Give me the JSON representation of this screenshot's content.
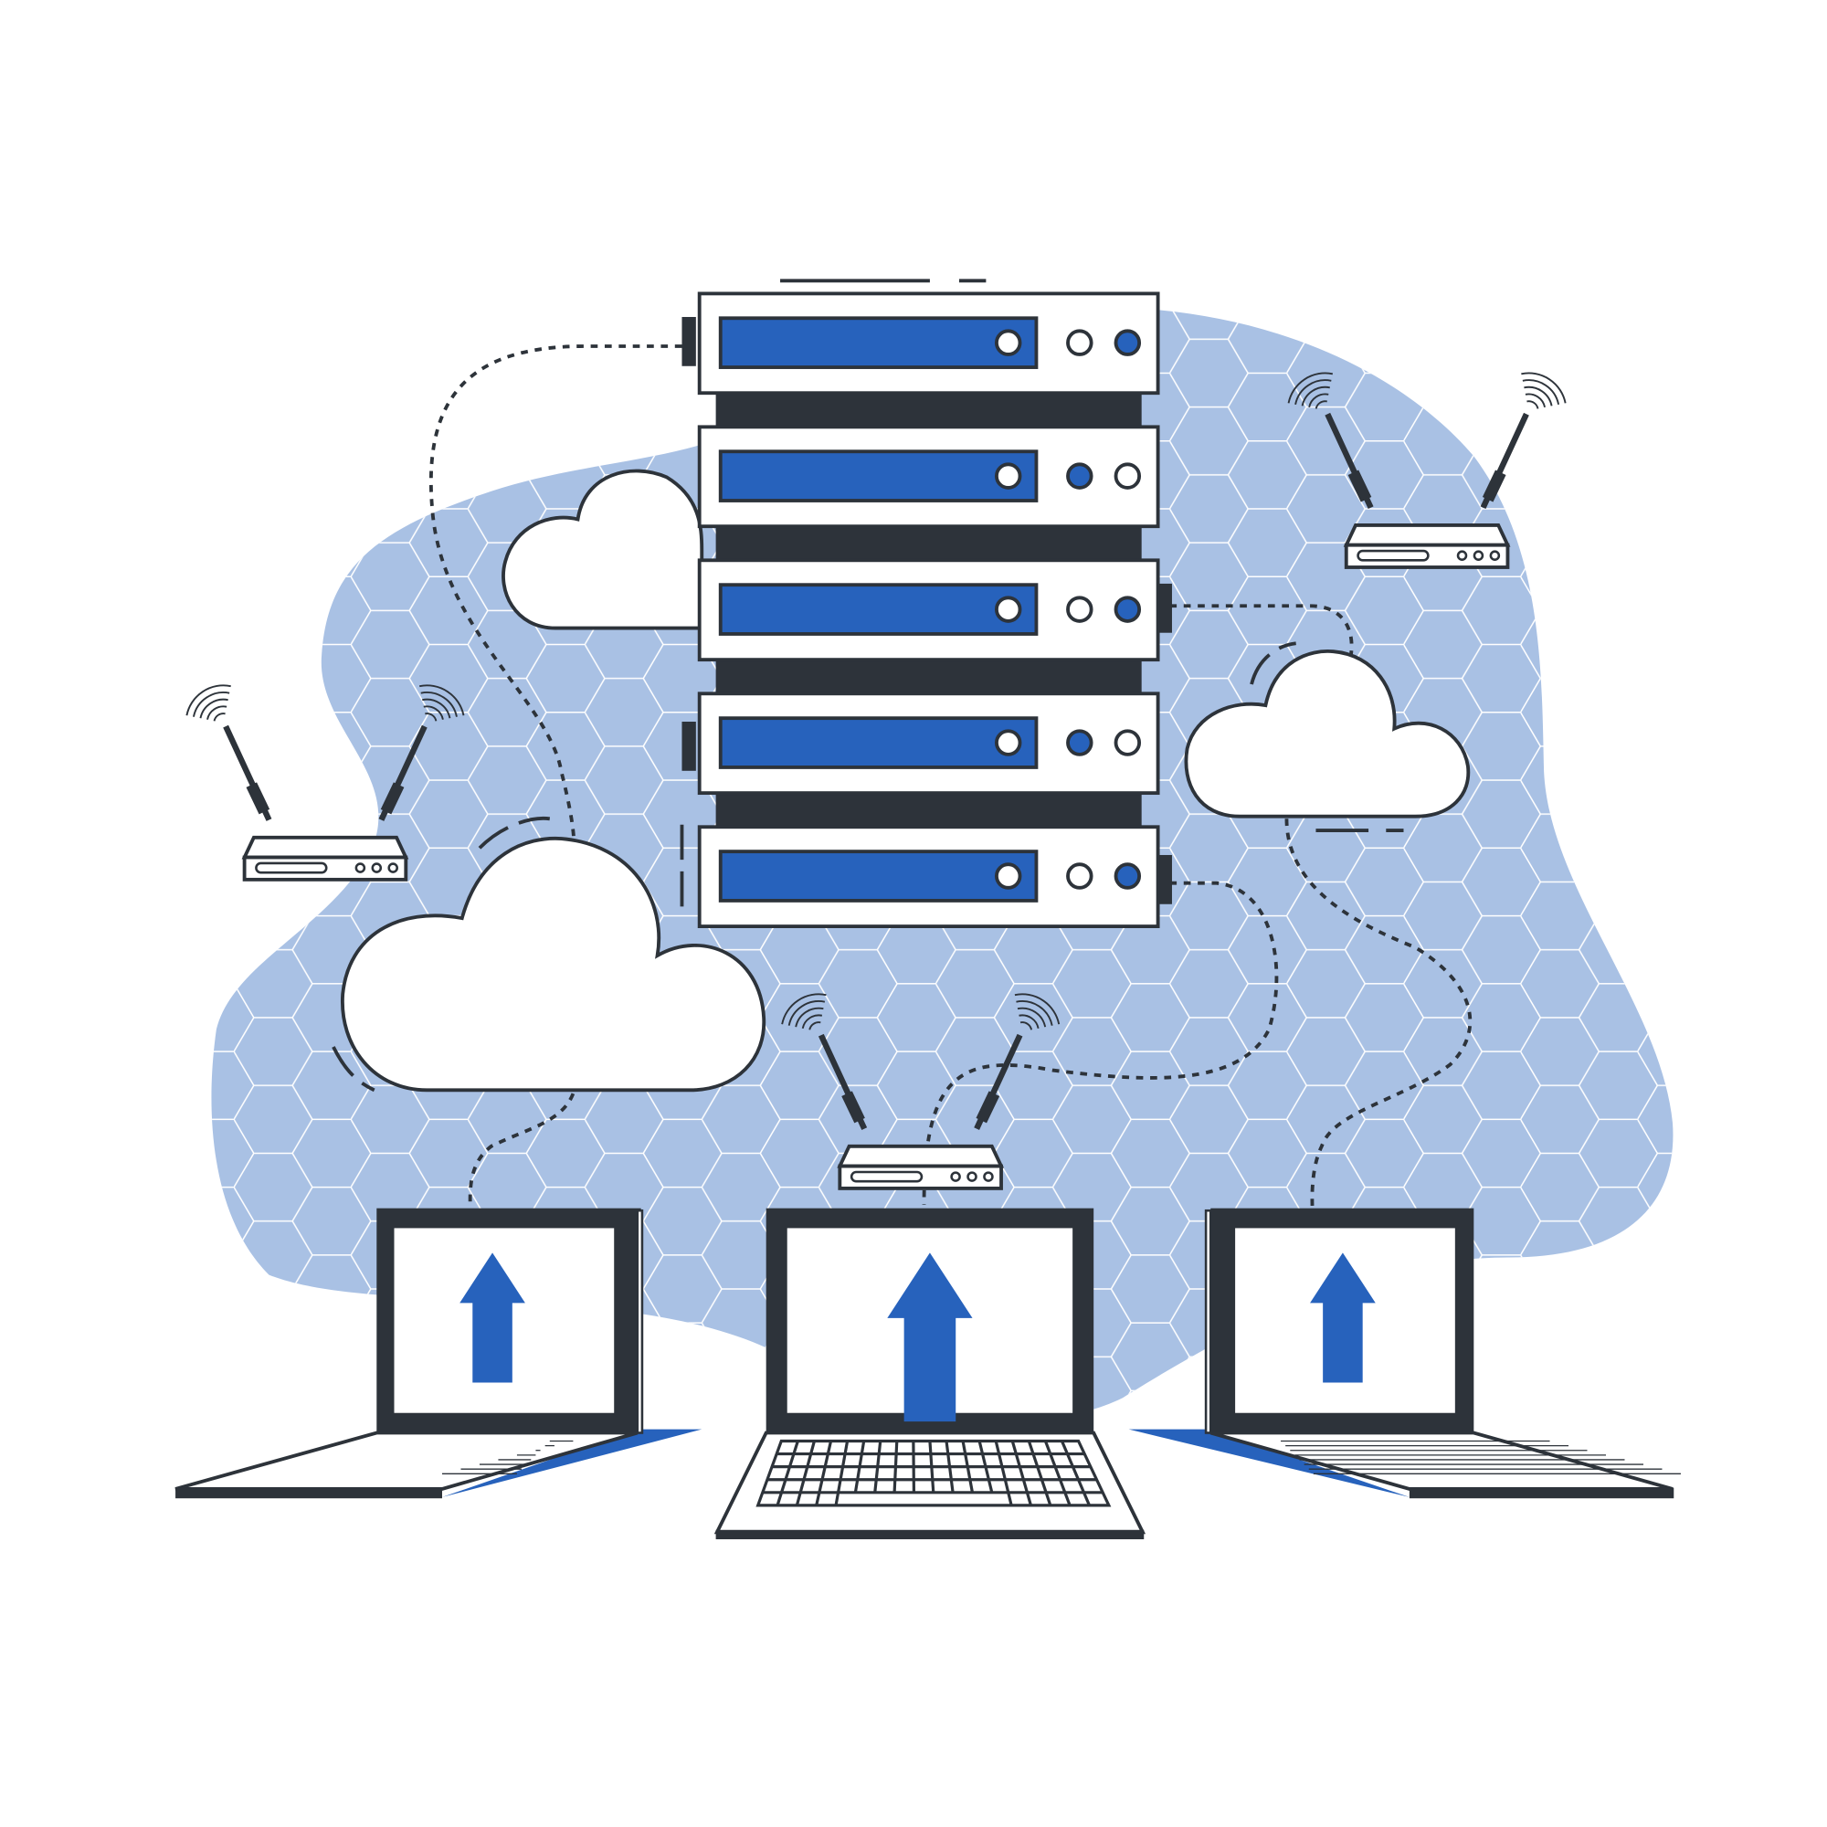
{
  "colors": {
    "background": "#ffffff",
    "blob": "#a9c1e4",
    "hex_stroke": "#ffffff",
    "accent_blue": "#2762bc",
    "outline": "#2d333a",
    "white": "#ffffff"
  },
  "icons": [
    "server-rack-icon",
    "cloud-icon",
    "wifi-router-icon",
    "laptop-icon",
    "upload-arrow-icon",
    "wifi-signal-icon"
  ],
  "server": {
    "units": 5,
    "led_pattern": [
      [
        "white",
        "white",
        "blue"
      ],
      [
        "white",
        "blue",
        "white"
      ],
      [
        "white",
        "white",
        "blue"
      ],
      [
        "white",
        "blue",
        "white"
      ],
      [
        "white",
        "white",
        "blue"
      ]
    ]
  }
}
